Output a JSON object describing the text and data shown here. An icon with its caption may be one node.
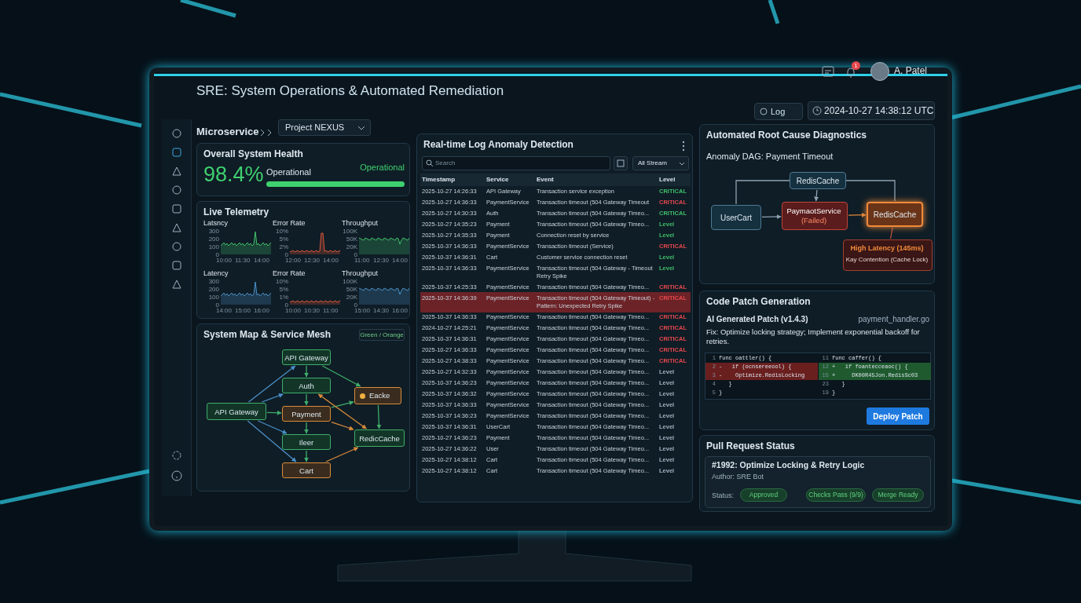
{
  "diagram": {
    "title": "SRE: System Operations & Automated Remediation",
    "nodes": [
      {
        "text": [
          "Overall System Health"
        ]
      },
      {
        "text": [
          "Live Telemetry"
        ]
      },
      {
        "text": [
          "System Map & Service Mesh"
        ]
      },
      {
        "text": [
          "API Gateway"
        ],
        "in": 2
      },
      {
        "text": [
          "API Gateway"
        ],
        "in": 2
      },
      {
        "text": [
          "Auth"
        ],
        "in": 2
      },
      {
        "text": [
          "Payment"
        ],
        "in": 2
      },
      {
        "text": [
          "Ileer"
        ],
        "in": 2
      },
      {
        "text": [
          "Cart"
        ],
        "in": 2
      },
      {
        "text": [
          "Eacke"
        ],
        "in": 2
      },
      {
        "text": [
          "RedicCache"
        ],
        "in": 2
      },
      {
        "text": [
          "Real-time Log Anomaly Detection"
        ]
      },
      {
        "text": [
          "Automated Root Cause Diagnostics",
          "Anomaly DAG: Payment Timeout"
        ]
      },
      {
        "text": [
          "RedisCache"
        ],
        "in": 12
      },
      {
        "text": [
          "UserCart"
        ],
        "in": 12
      },
      {
        "text": [
          "PaymaotService",
          "(Failed)"
        ],
        "in": 12
      },
      {
        "text": [
          "RedisCache"
        ],
        "in": 12
      },
      {
        "text": [
          "High Latency (145ms)",
          "Kay Contention (Cache Lock)"
        ],
        "in": 12
      },
      {
        "text": [
          "Code Patch Generation"
        ]
      },
      {
        "text": [
          "Pull Request Status"
        ]
      },
      {
        "text": [
          "#1992: Optimize Locking & Retry Logic",
          "Author: SRE Bot"
        ],
        "in": 19
      }
    ],
    "edges": [
      {
        "from": 3,
        "to": 4,
        "arrow": "to",
        "color": "#4a90c8"
      },
      {
        "from": 3,
        "to": 5,
        "arrow": "to",
        "color": "#4a90c8"
      },
      {
        "from": 3,
        "to": 6,
        "arrow": "to"
      },
      {
        "from": 3,
        "to": 7,
        "arrow": "to",
        "color": "#4a90c8"
      },
      {
        "from": 3,
        "to": 8,
        "arrow": "to",
        "color": "#4a90c8"
      },
      {
        "from": 4,
        "to": 5,
        "arrow": "to"
      },
      {
        "from": 5,
        "to": 6,
        "arrow": "to"
      },
      {
        "from": 6,
        "to": 7,
        "arrow": "to"
      },
      {
        "from": 7,
        "to": 8,
        "arrow": "to"
      },
      {
        "from": 4,
        "to": 9,
        "arrow": "to"
      },
      {
        "from": 6,
        "to": 9,
        "arrow": "to"
      },
      {
        "from": 5,
        "to": 10,
        "arrow": "both",
        "color": "#d98b3a"
      },
      {
        "from": 6,
        "to": 10,
        "arrow": "to",
        "color": "#d98b3a"
      },
      {
        "from": 9,
        "to": 10,
        "arrow": "to"
      },
      {
        "from": 8,
        "to": 10,
        "arrow": "to",
        "color": "#d98b3a"
      },
      {
        "from": 13,
        "to": 15,
        "arrow": "to",
        "color": "#8fa3b3"
      },
      {
        "from": 14,
        "to": 15,
        "arrow": "to",
        "color": "#8fa3b3"
      },
      {
        "from": 15,
        "to": 16,
        "arrow": "to",
        "color": "#e0873a"
      },
      {
        "from": 13,
        "to": 14,
        "arrow": "none",
        "color": "#8fa3b3"
      },
      {
        "from": 13,
        "to": 16,
        "arrow": "none",
        "color": "#8fa3b3"
      },
      {
        "from": 17,
        "to": 16,
        "arrow": "none",
        "color": "#c0503a"
      }
    ],
    "labels": [
      "1",
      "A. Patel",
      "Log",
      "2024-10-27 14:38:12 UTC",
      "Microservice",
      "Project NEXUS",
      "98.4%",
      "Operational",
      "Operational",
      "Latsncy",
      "300",
      "200",
      "100",
      "0",
      "10:00",
      "11:30",
      "14:00",
      "Error Rate",
      "10%",
      "5%",
      "2%",
      "0",
      "12:00",
      "12:30",
      "14:00",
      "Throughput",
      "100K",
      "50K",
      "20K",
      "0",
      "11:00",
      "12:30",
      "14:00",
      "Latency",
      "300",
      "200",
      "100",
      "0",
      "14:00",
      "15:00",
      "16:00",
      "Error Rate",
      "10%",
      "5%",
      "1%",
      "0",
      "10:00",
      "10:30",
      "11:00",
      "Throughput",
      "100K",
      "50K",
      "20K",
      "0",
      "15:00",
      "14:30",
      "16:00",
      "Green / Orange",
      "Search",
      "All Stream",
      "Timestamp",
      "Service",
      "Event",
      "Level",
      "2025-10-27 14:26:33",
      "API Gateway",
      "Transaction service exception",
      "CRITICAL",
      "2025-10-27 14:36:33",
      "PaymentService",
      "Transaction timeout (504 Gateway Timeout",
      "CRITICAL",
      "2025-10-27 14:30:33",
      "Auth",
      "Transaction timeout (504 Gateway Timeo...",
      "CRITICAL",
      "2025-10-27 14:35:23",
      "Payment",
      "Transaction timeout (504 Gateway Timeo...",
      "Level",
      "2025-10-27 14:35:33",
      "Payment",
      "Connection reset by service",
      "Level",
      "2025-10-37 14:36:33",
      "PaymentService",
      "Transaction timeout (Service)",
      "CRITICAL",
      "2025-10-37 14:36:31",
      "Cart",
      "Customer service connection reset",
      "Level",
      "2025-10-37 14:36:33",
      "PaymentService",
      "Transaction timeout (504 Gateway - Timeout Retry Spike",
      "Level",
      "2025-10-37 14:25:33",
      "PaymentService",
      "Transaction timeout (504 Gateway Timeo...",
      "CRITICAL",
      "2025-10-37 14:36:39",
      "PaymentService",
      "Transaction timeout (504 Gateway Timeout) - Pattern: Unexpected Retry Spike",
      "CRITICAL",
      "2025-10-37 14:36:33",
      "PaymentService",
      "Transaction timeout (504 Gateway Timeo...",
      "CRITICAL",
      "2024-10-27 14:25:21",
      "PaymentService",
      "Transaction timeout (504 Gateway Timeo...",
      "CRITICAL",
      "2025-10-37 14:36:31",
      "PaymentService",
      "Transaction timeout (504 Gateway Timeo...",
      "CRITICAL",
      "2025-10-27 14:36:33",
      "PaymentService",
      "Transaction timeout (504 Gateway Timeo...",
      "CRITICAL",
      "2025-10-27 14:38:33",
      "PaymentService",
      "Transaction timeout (504 Gateway Timeo...",
      "CRITICAL",
      "2025-10-27 14:32:33",
      "PaymentService",
      "Transaction timeout (504 Gateway Timeo...",
      "Level",
      "2025-10-37 14:36:23",
      "PaymentService",
      "Transaction timeout (504 Gateway Timeo...",
      "Level",
      "2025-10-37 14:36:32",
      "PaymentService",
      "Transaction timeout (504 Gateway Timeo...",
      "Level",
      "2025-10-37 14:36:33",
      "PaymentService",
      "Transaction timeout (504 Gateway Timeo...",
      "Level",
      "2025-10-37 14:36:23",
      "PaymentService",
      "Transaction timeout (504 Gateway Timeo...",
      "Level",
      "2025-10-37 14:36:31",
      "UserCart",
      "Transaction timeout (504 Gateway Timeo...",
      "Level",
      "2025-10-27 14:36:23",
      "Payment",
      "Transaction timeout (504 Gateway Timeo...",
      "Level",
      "2025-10-27 14:36:22",
      "User",
      "Transaction timeout (504 Gateway Timeo...",
      "Level",
      "2025-10-27 14:38:12",
      "Cart",
      "Transaction timeout (504 Gateway Timeo...",
      "Level",
      "2025-10-27 14:38:12",
      "Cart",
      "Transaction timeout (504 Gateway Timeo...",
      "Level",
      "AI Generated Patch (v1.4.3)",
      "payment_handler.go",
      "Fix: Optimize locking strategy; Implement exponential backoff for retries.",
      "1",
      "func oattler() {",
      "2",
      "-   if (ocnsereeool) {",
      "3",
      "-    Optimize.RedisLocking",
      "4",
      "   }",
      "5",
      "}",
      "11",
      "func caffer() {",
      "12",
      "+   if foantecceaoc() {",
      "15",
      "+     DK00R45Jon.RedisSc03",
      "23",
      "   }",
      "19",
      "}",
      "Deploy Patch",
      "Status:",
      "Approved",
      "Checks Pass (9/9)",
      "Merge Ready"
    ]
  }
}
